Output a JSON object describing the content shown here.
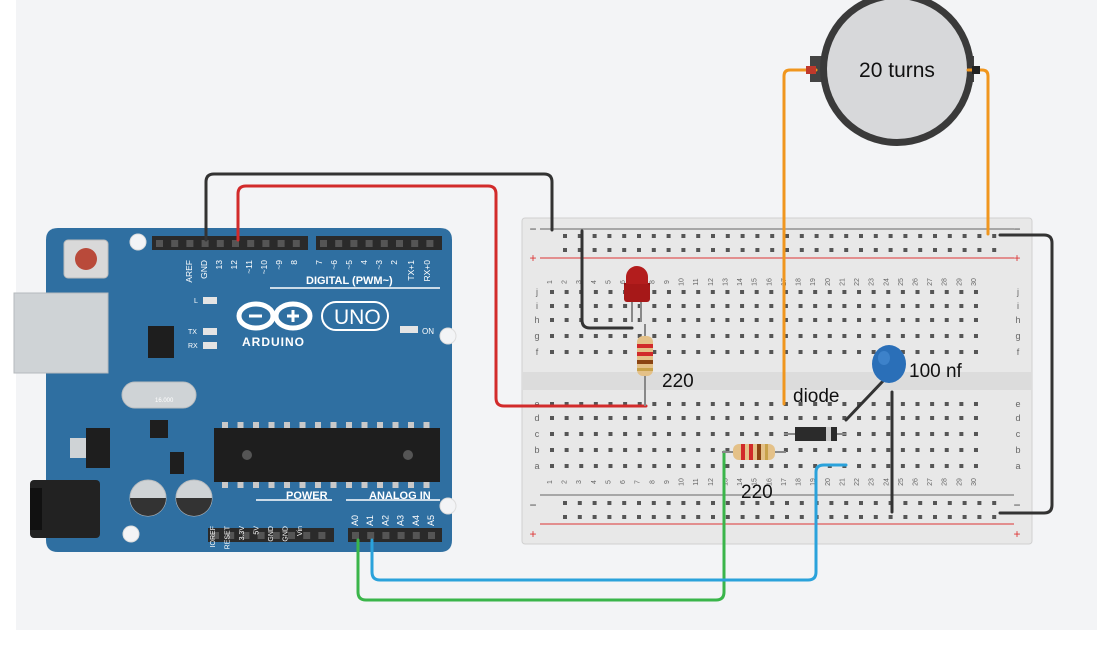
{
  "arduino": {
    "brand": "ARDUINO",
    "model": "UNO",
    "digital_label": "DIGITAL (PWM~)",
    "power_label": "POWER",
    "analog_label": "ANALOG IN",
    "on_label": "ON",
    "led_labels": [
      "L",
      "TX",
      "RX"
    ],
    "digital_pins": [
      "AREF",
      "GND",
      "13",
      "12",
      "~11",
      "~10",
      "~9",
      "8",
      "7",
      "~6",
      "~5",
      "4",
      "~3",
      "2",
      "TX+1",
      "RX+0"
    ],
    "power_pins": [
      "IOREF",
      "RESET",
      "3.3V",
      "5V",
      "GND",
      "GND",
      "Vin"
    ],
    "analog_pins": [
      "A0",
      "A1",
      "A2",
      "A3",
      "A4",
      "A5"
    ],
    "crystal_label": "16.000"
  },
  "breadboard": {
    "row_letters_top": [
      "j",
      "i",
      "h",
      "g",
      "f"
    ],
    "row_letters_bottom": [
      "e",
      "d",
      "c",
      "b",
      "a"
    ],
    "columns": [
      "1",
      "2",
      "3",
      "4",
      "5",
      "6",
      "7",
      "8",
      "9",
      "10",
      "11",
      "12",
      "13",
      "14",
      "15",
      "16",
      "17",
      "18",
      "19",
      "20",
      "21",
      "22",
      "23",
      "24",
      "25",
      "26",
      "27",
      "28",
      "29",
      "30"
    ],
    "rail_minus": "−",
    "rail_plus": "+"
  },
  "components": {
    "resistor_top_value": "220",
    "resistor_bottom_value": "220",
    "diode_label": "diode",
    "capacitor_label": "100 nf",
    "coil_label": "20 turns"
  },
  "colors": {
    "board_blue": "#2f6fa1",
    "breadboard": "#e6e6e6",
    "wire_black": "#333333",
    "wire_red": "#d22b2b",
    "wire_orange": "#f0961e",
    "wire_blue": "#2aa2db",
    "wire_green": "#3ab54a",
    "led_red": "#b31d1d",
    "capacitor_blue": "#2a6fb8"
  }
}
